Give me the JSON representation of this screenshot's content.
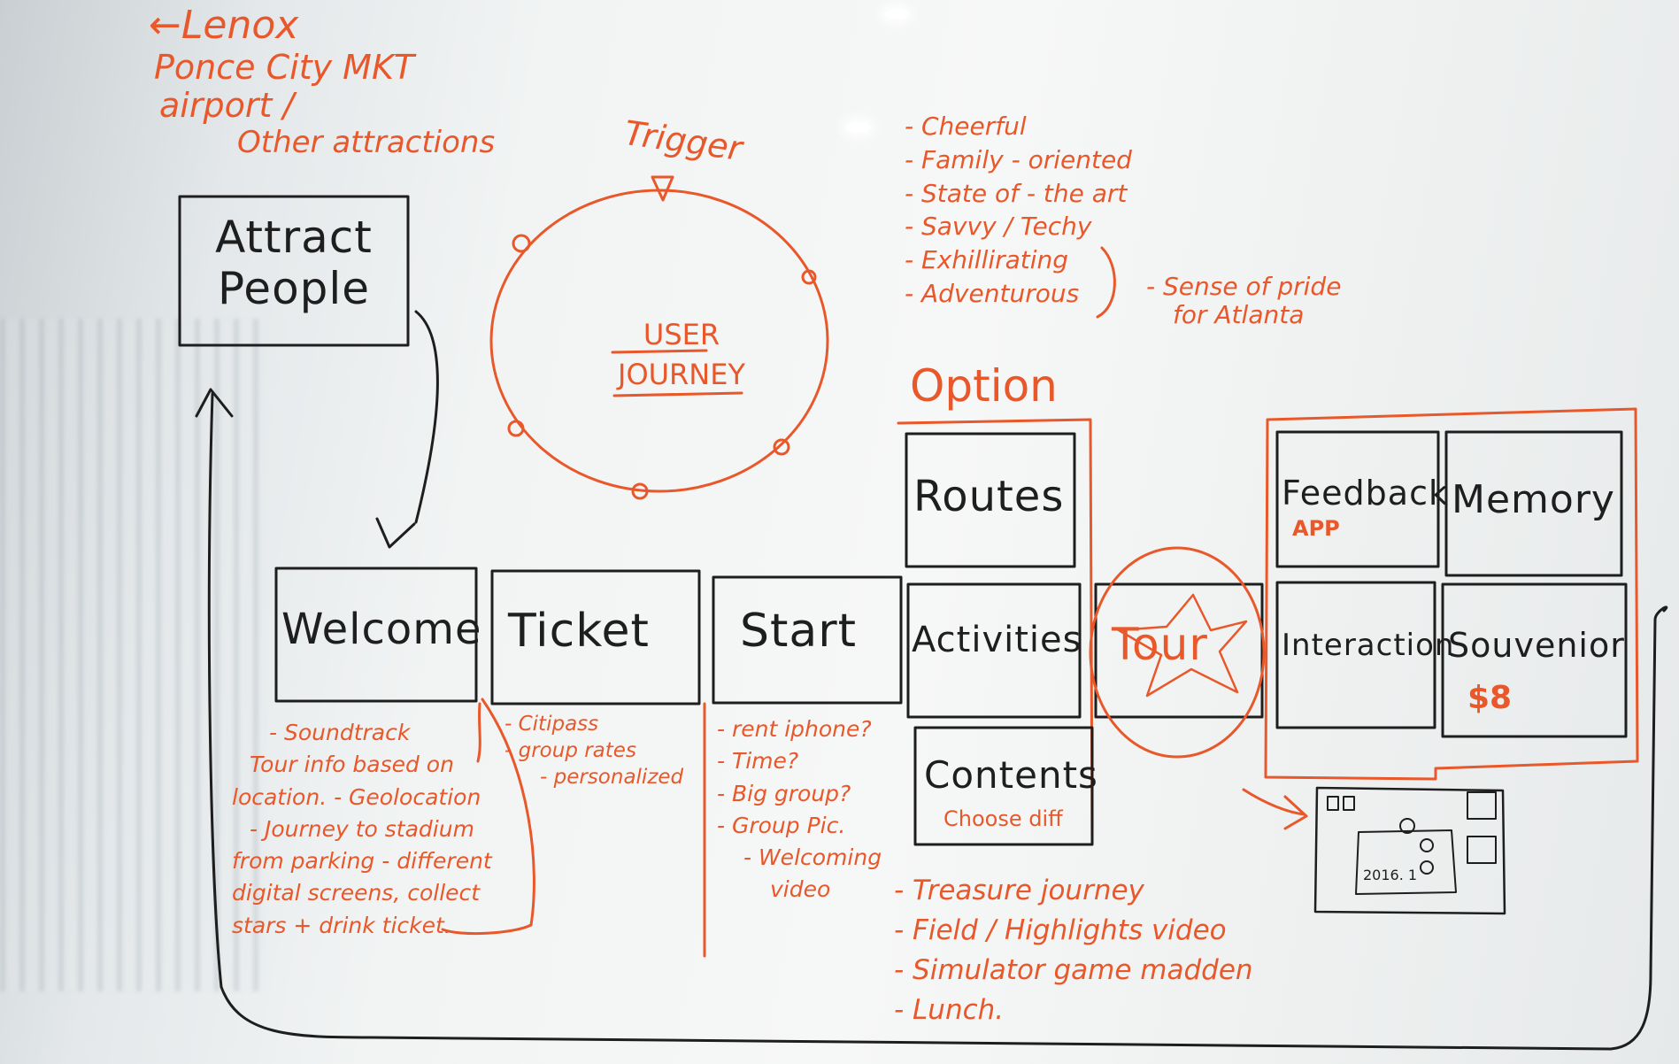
{
  "top_list": [
    "←Lenox",
    "Ponce City MKT",
    "airport /",
    "Other attractions"
  ],
  "trigger": "Trigger",
  "journey_center": [
    "USER",
    "JOURNEY"
  ],
  "attributes": [
    "- Cheerful",
    "- Family - oriented",
    "- State of - the art",
    "- Savvy / Techy",
    "- Exhillirating",
    "- Adventurous"
  ],
  "pride_note": [
    "- Sense of pride",
    "for Atlanta"
  ],
  "option_label": "Option",
  "boxes": {
    "attract": [
      "Attract",
      "People"
    ],
    "welcome": "Welcome",
    "ticket": "Ticket",
    "start": "Start",
    "routes": "Routes",
    "activities": "Activities",
    "contents": "Contents",
    "contents_sub": "Choose diff",
    "tour": "Tour",
    "feedback": "Feedback",
    "feedback_sub": "APP",
    "memory": "Memory",
    "interaction": "Interaction",
    "souvenir": "Souvenior",
    "souvenir_price": "$8"
  },
  "welcome_notes": [
    "- Soundtrack",
    "Tour info based on",
    "location. - Geolocation",
    "- Journey to stadium",
    "from parking - different",
    "digital screens, collect",
    "stars + drink ticket."
  ],
  "ticket_notes": [
    "- Citipass",
    "- group rates",
    "- personalized"
  ],
  "start_notes": [
    "- rent iphone?",
    "- Time?",
    "- Big group?",
    "- Group Pic.",
    "- Welcoming",
    "video"
  ],
  "activity_notes": [
    "- Treasure journey",
    "- Field / Highlights video",
    "- Simulator game madden",
    "- Lunch."
  ],
  "sketch_text": "2016. 1",
  "colors": {
    "ink_black": "#1e1e1e",
    "ink_orange": "#e8582a",
    "board": "#f4f5f5"
  }
}
